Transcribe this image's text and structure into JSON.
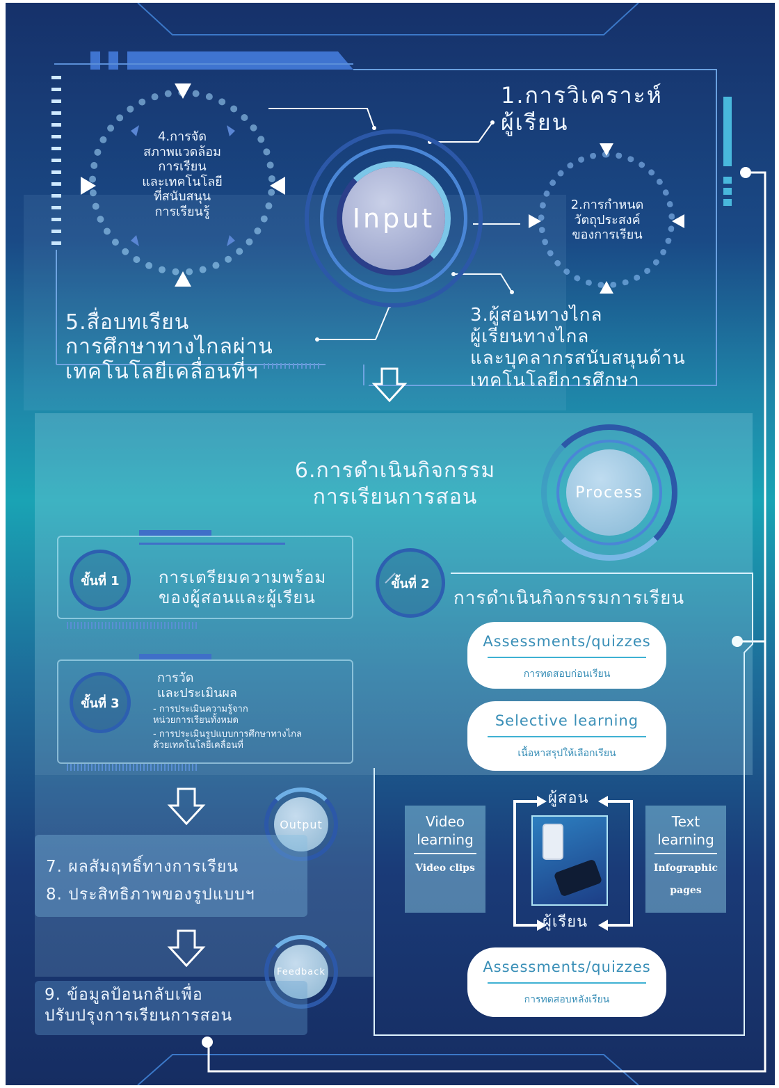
{
  "input": {
    "hub_label": "Input",
    "n1": "1.การวิเคราะห์\nผู้เรียน",
    "n2": "2.การกำหนด\nวัตถุประสงค์\nของการเรียน",
    "n3": "3.ผู้สอนทางไกล\nผู้เรียนทางไกล\nและบุคลากรสนับสนุนด้าน\nเทคโนโลยีการศึกษา",
    "n4": "4.การจัด\nสภาพแวดล้อม\nการเรียน\nและเทคโนโลยี\nที่สนับสนุน\nการเรียนรู้",
    "n5": "5.สื่อบทเรียน\nการศึกษาทางไกลผ่าน\nเทคโนโลยีเคลื่อนที่ฯ"
  },
  "process": {
    "hub_label": "Process",
    "title": "6.การดำเนินกิจกรรม\nการเรียนการสอน",
    "step1_badge": "ขั้นที่ 1",
    "step1_text": "การเตรียมความพร้อม\nของผู้สอนและผู้เรียน",
    "step2_badge": "ขั้นที่ 2",
    "step2_text": "การดำเนินกิจกรรมการเรียน",
    "step3_badge": "ขั้นที่ 3",
    "step3_title": "การวัด\nและประเมินผล",
    "step3_b1": "- การประเมินความรู้จาก\nหน่วยการเรียนทั้งหมด",
    "step3_b2": "- การประเมินรูปแบบการศึกษาทางไกล\nด้วยเทคโนโลยีเคลื่อนที่"
  },
  "activities": {
    "pre_title": "Assessments/quizzes",
    "pre_sub": "การทดสอบก่อนเรียน",
    "sel_title": "Selective learning",
    "sel_sub": "เนื้อหาสรุปให้เลือกเรียน",
    "teacher": "ผู้สอน",
    "learner": "ผู้เรียน",
    "video_title": "Video\nlearning",
    "video_sub": "Video\nclips",
    "text_title": "Text\nlearning",
    "text_sub": "Infographic\npages",
    "post_title": "Assessments/quizzes",
    "post_sub": "การทดสอบหลังเรียน"
  },
  "output": {
    "hub_label": "Output",
    "n7": "7. ผลสัมฤทธิ์ทางการเรียน",
    "n8": "8. ประสิทธิภาพของรูปแบบฯ"
  },
  "feedback": {
    "hub_label": "Feedback",
    "n9": "9. ข้อมูลป้อนกลับเพื่อ\nปรับปรุงการเรียนการสอน"
  },
  "colors": {
    "navy": "#16316a",
    "teal": "#1aa3b4",
    "accent": "#3fb1d3",
    "ring": "#2d5fb0"
  }
}
